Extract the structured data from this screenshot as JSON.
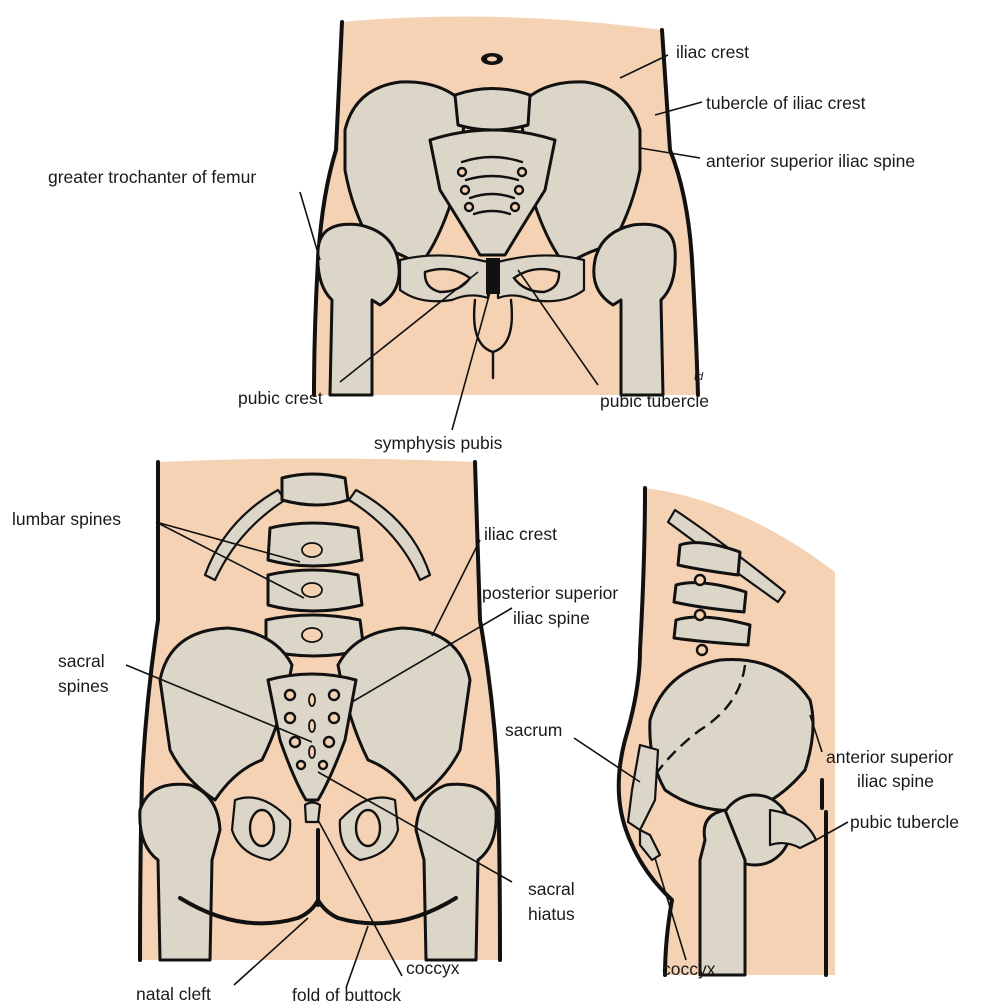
{
  "labels": {
    "anterior_view": {
      "iliac_crest": "iliac crest",
      "tubercle_of_iliac_crest": "tubercle of iliac crest",
      "anterior_superior_iliac_spine": "anterior superior iliac spine",
      "greater_trochanter": "greater trochanter of femur",
      "pubic_crest": "pubic crest",
      "pubic_tubercle": "pubic tubercle",
      "symphysis_pubis": "symphysis pubis",
      "artist_mark": "td"
    },
    "posterior_view": {
      "lumbar_spines": "lumbar spines",
      "iliac_crest": "iliac crest",
      "psis_line1": "posterior superior",
      "psis_line2": "iliac spine",
      "sacral_spines_line1": "sacral",
      "sacral_spines_line2": "spines",
      "sacral_hiatus_line1": "sacral",
      "sacral_hiatus_line2": "hiatus",
      "coccyx": "coccyx",
      "natal_cleft": "natal cleft",
      "fold_of_buttock": "fold of buttock"
    },
    "lateral_view": {
      "sacrum": "sacrum",
      "asis_line1": "anterior superior",
      "asis_line2": "iliac spine",
      "pubic_tubercle": "pubic tubercle",
      "coccyx": "coccyx"
    }
  },
  "colors": {
    "skin": "#f6d2b4",
    "bone": "#dcd6c9",
    "outline": "#111111"
  }
}
